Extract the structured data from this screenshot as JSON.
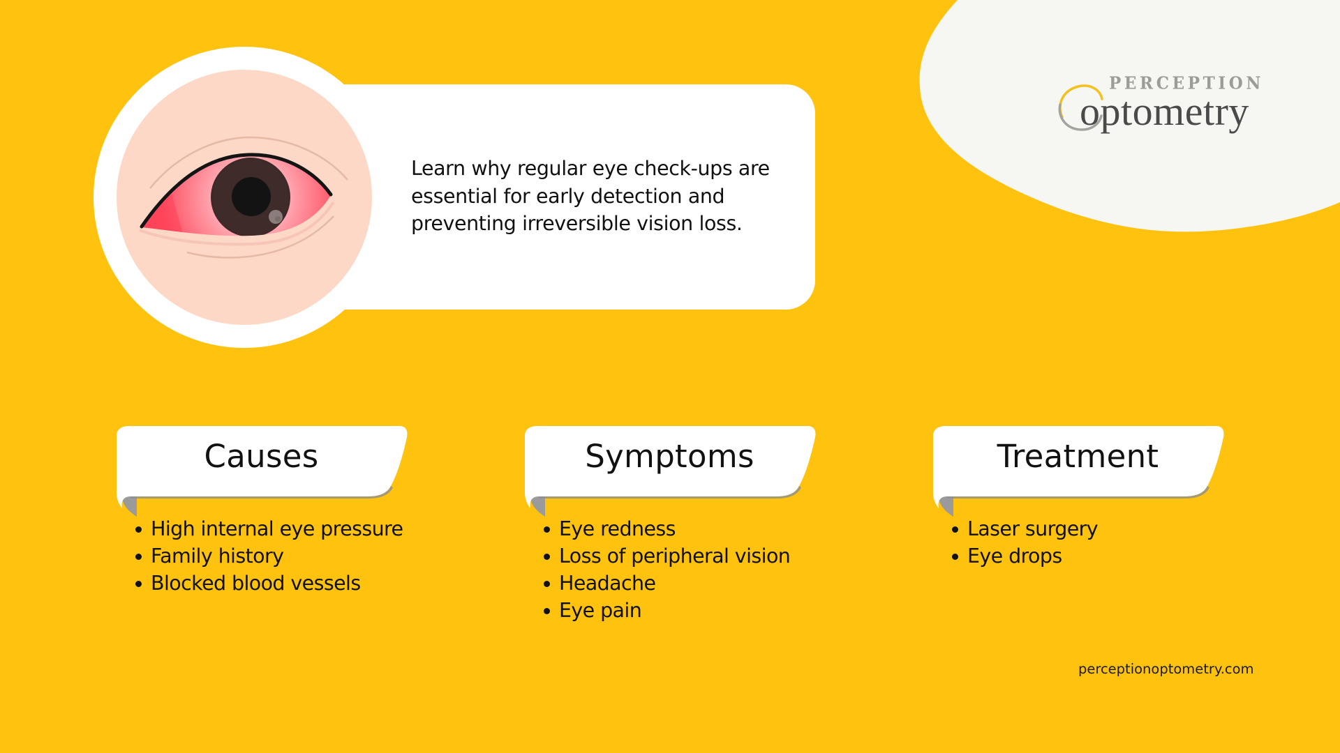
{
  "colors": {
    "background": "#ffc20e",
    "blob": "#f6f7f2",
    "card": "#ffffff",
    "skin": "#fdd8c6",
    "sclera_red": "#ff4a5e",
    "sclera_light": "#ffb4bc",
    "iris": "#3d2a28",
    "pupil": "#131313",
    "ribbon_fold": "#9a9a9a",
    "logo_yellow": "#f4c01e",
    "logo_grey": "#a3a3a0",
    "text": "#111111"
  },
  "logo": {
    "top_word": "PERCEPTION",
    "bottom_word": "optometry"
  },
  "intro": {
    "icon": "red-eye-illustration",
    "text": "Learn why regular eye check-ups are essential for early detection and preventing irreversible vision loss."
  },
  "sections": [
    {
      "title": "Causes",
      "items": [
        "High internal eye pressure",
        "Family history",
        "Blocked blood vessels"
      ]
    },
    {
      "title": "Symptoms",
      "items": [
        "Eye redness",
        "Loss of peripheral vision",
        "Headache",
        "Eye pain"
      ]
    },
    {
      "title": "Treatment",
      "items": [
        "Laser surgery",
        "Eye drops"
      ]
    }
  ],
  "footer": {
    "website": "perceptionoptometry.com"
  }
}
